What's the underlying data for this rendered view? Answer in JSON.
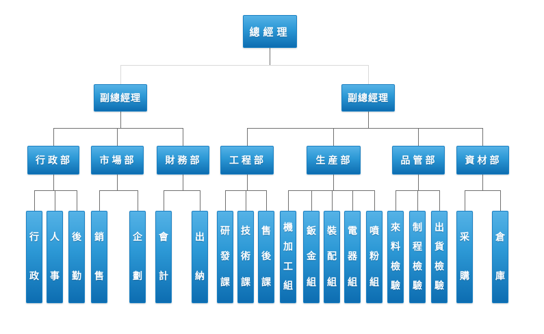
{
  "org": {
    "root": "總經理",
    "deputy_left": "副總經理",
    "deputy_right": "副總經理",
    "departments": [
      {
        "label": "行政部",
        "units": [
          "行政",
          "人事",
          "後勤"
        ]
      },
      {
        "label": "市場部",
        "units": [
          "銷售",
          "企劃"
        ]
      },
      {
        "label": "財務部",
        "units": [
          "會計",
          "出納"
        ]
      },
      {
        "label": "工程部",
        "units": [
          "研發課",
          "技術課",
          "售後課"
        ]
      },
      {
        "label": "生産部",
        "units": [
          "機加工組",
          "鈑金組",
          "裝配組",
          "電器組",
          "噴粉組"
        ]
      },
      {
        "label": "品管部",
        "units": [
          "來料檢驗",
          "制程檢驗",
          "出貨檢驗"
        ]
      },
      {
        "label": "資材部",
        "units": [
          "采購",
          "倉庫"
        ]
      }
    ],
    "colors": {
      "box_gradient_top": "#55b2e6",
      "box_gradient_mid": "#2d99d6",
      "box_gradient_bottom": "#0d6db1",
      "box_border": "#1a7fc2",
      "connector_dark": "#6f6f6f",
      "connector_light": "#d9d9d9",
      "text": "#ffffff",
      "background": "#ffffff"
    }
  }
}
